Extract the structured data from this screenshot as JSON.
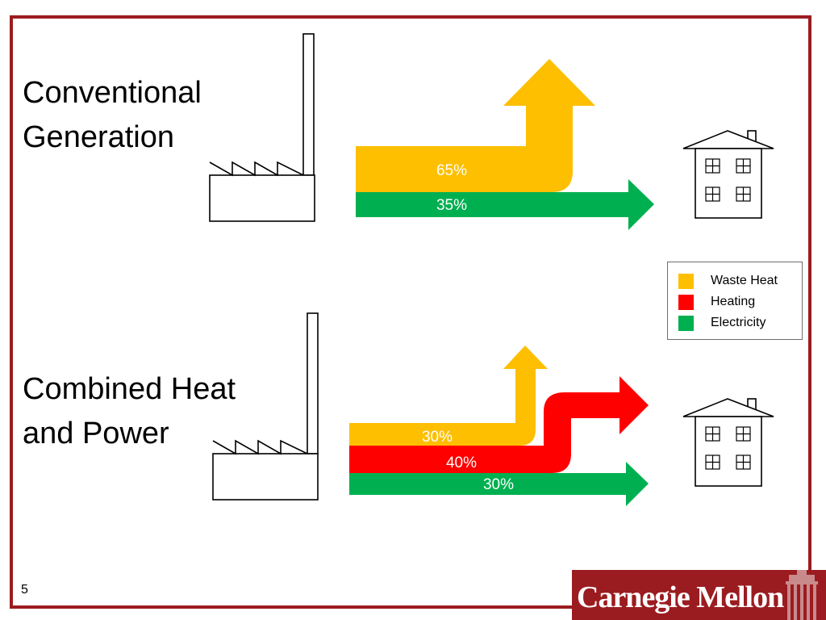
{
  "slide": {
    "page_number": "5",
    "colors": {
      "frame": "#9b1c20",
      "waste_heat": "#fdbf00",
      "heating": "#ff0000",
      "electricity": "#00b050"
    }
  },
  "conventional": {
    "heading_line1": "Conventional",
    "heading_line2": "Generation",
    "flows": [
      {
        "name": "Waste Heat",
        "label": "65%"
      },
      {
        "name": "Electricity",
        "label": "35%"
      }
    ]
  },
  "chp": {
    "heading_line1": "Combined Heat",
    "heading_line2": "and Power",
    "flows": [
      {
        "name": "Waste Heat",
        "label": "30%"
      },
      {
        "name": "Heating",
        "label": "40%"
      },
      {
        "name": "Electricity",
        "label": "30%"
      }
    ]
  },
  "legend": {
    "items": [
      {
        "label": "Waste Heat",
        "color": "#fdbf00"
      },
      {
        "label": "Heating",
        "color": "#ff0000"
      },
      {
        "label": "Electricity",
        "color": "#00b050"
      }
    ]
  },
  "logo": {
    "text": "Carnegie Mellon",
    "icon": "university-tower-icon"
  }
}
